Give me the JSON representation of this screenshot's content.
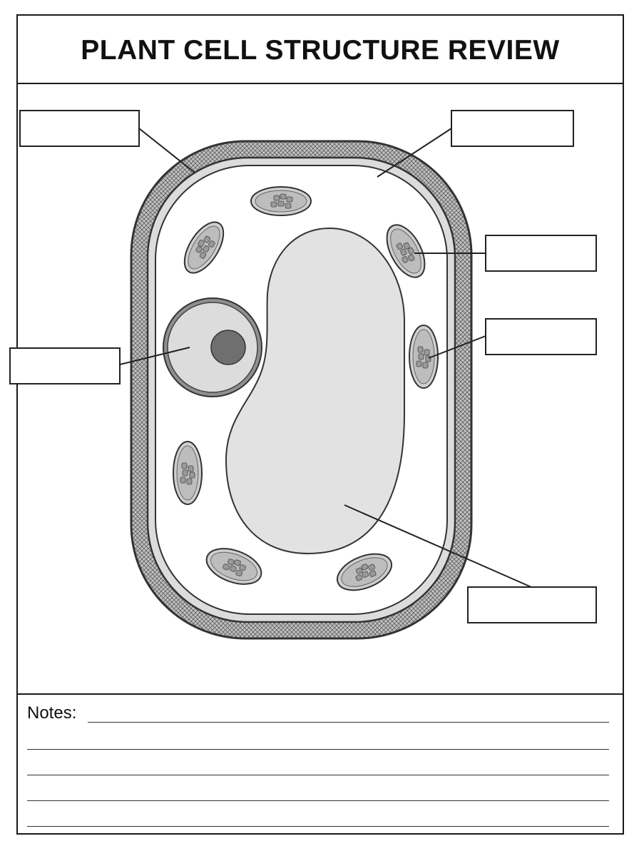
{
  "title": "PLANT CELL STRUCTURE REVIEW",
  "notes": {
    "label": "Notes:"
  },
  "label_boxes": [
    {
      "id": "cell-wall-label-box",
      "text": ""
    },
    {
      "id": "cell-membrane-label-box",
      "text": ""
    },
    {
      "id": "chloroplast-label-box-upper",
      "text": ""
    },
    {
      "id": "chloroplast-label-box-lower",
      "text": ""
    },
    {
      "id": "nucleus-label-box",
      "text": ""
    },
    {
      "id": "vacuole-label-box",
      "text": ""
    }
  ],
  "colors": {
    "outline": "#333333",
    "cell_wall_fill": "#bdbdbd",
    "cytoplasm": "#ffffff",
    "vacuole": "#e2e2e2",
    "nucleus": "#d8d8d8",
    "nucleolus": "#6f6f6f",
    "chloroplast": "#cfcfcf",
    "thylakoid": "#8a8a8a"
  }
}
